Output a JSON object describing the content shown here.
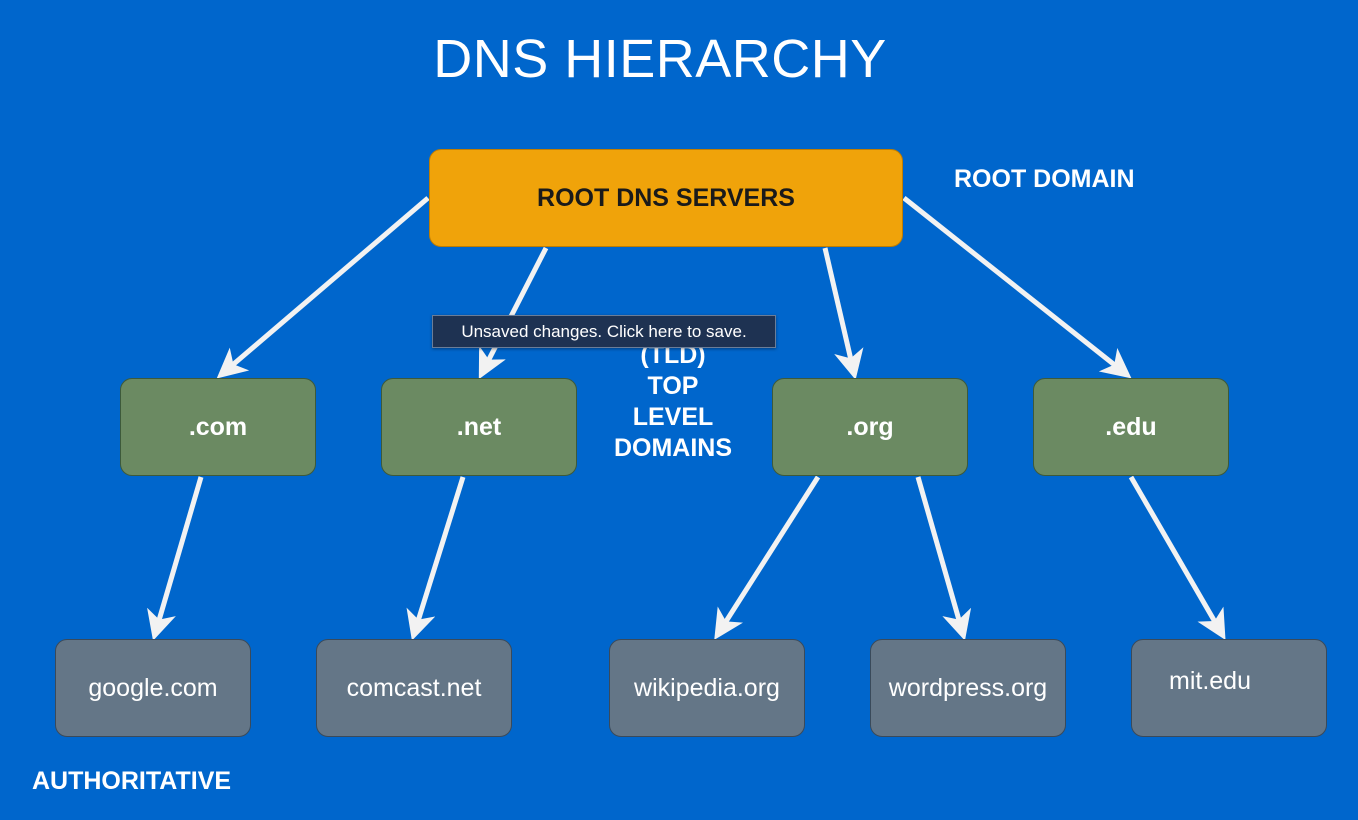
{
  "title": "DNS HIERARCHY",
  "root_node": "ROOT DNS SERVERS",
  "labels": {
    "root_domain": "ROOT DOMAIN",
    "tld": [
      "(TLD)",
      "TOP",
      "LEVEL",
      "DOMAINS"
    ],
    "authoritative": "AUTHORITATIVE"
  },
  "tld_nodes": [
    ".com",
    ".net",
    ".org",
    ".edu"
  ],
  "authoritative_nodes": [
    "google.com",
    "comcast.net",
    "wikipedia.org",
    "wordpress.org",
    "mit.edu"
  ],
  "tooltip": "Unsaved changes. Click here to save.",
  "colors": {
    "background": "#0066cc",
    "root": "#f0a30a",
    "tld": "#6b8a62",
    "authoritative": "#647687",
    "arrow": "#f2f2f2"
  }
}
